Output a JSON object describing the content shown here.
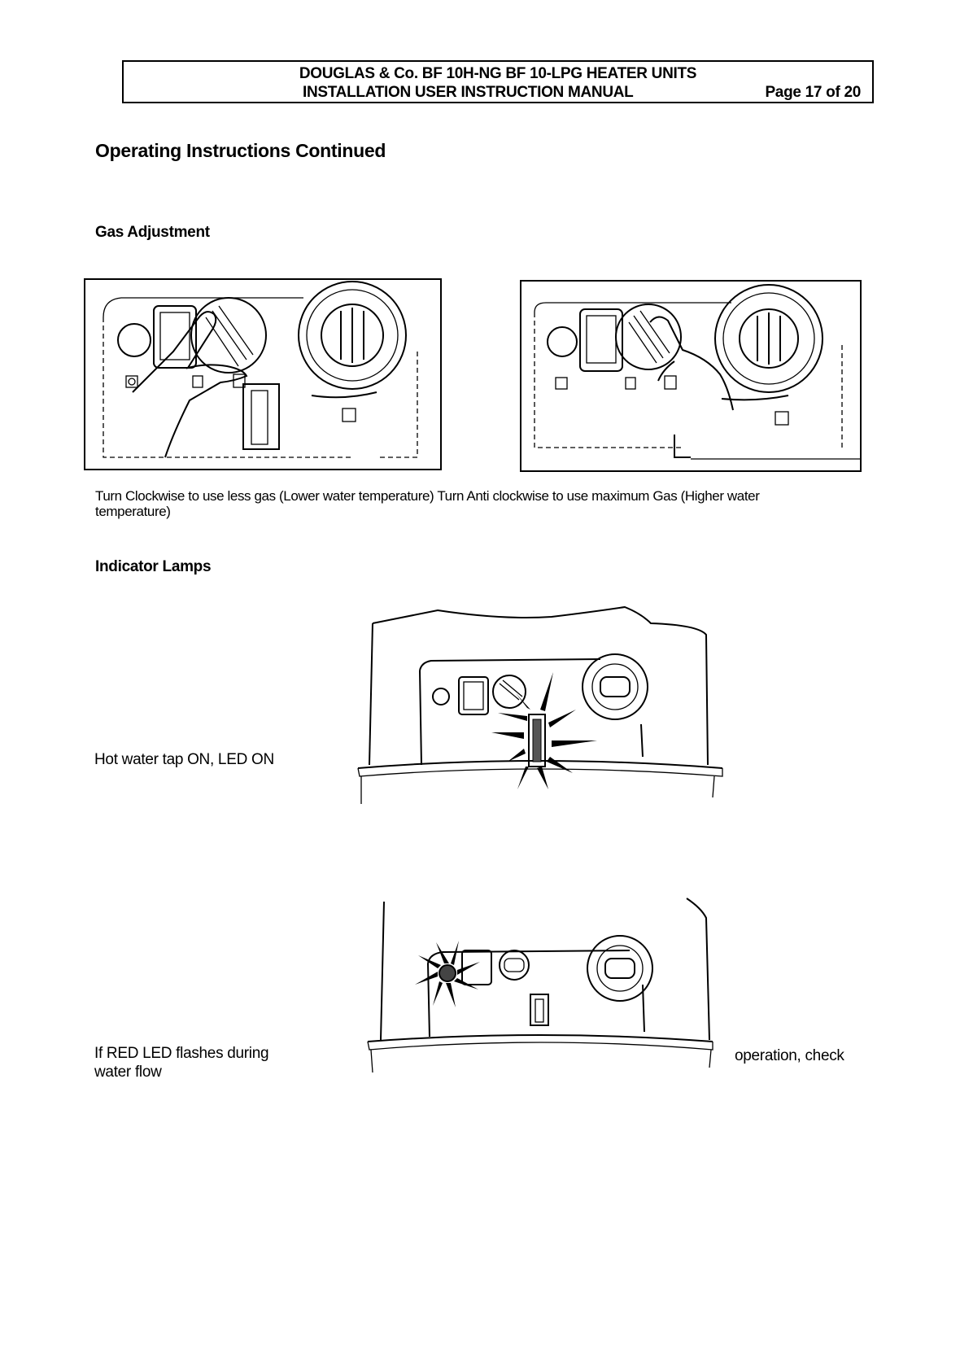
{
  "header": {
    "line1": "DOUGLAS & Co.  BF 10H-NG BF 10-LPG HEATER UNITS",
    "line2": "INSTALLATION USER INSTRUCTION MANUAL",
    "page": "Page 17 of 20"
  },
  "title": "Operating Instructions Continued",
  "gas_adjustment": {
    "heading": "Gas Adjustment",
    "caption_line1": "Turn Clockwise to use less gas (Lower water temperature) Turn Anti clockwise to use maximum Gas (Higher water",
    "caption_line2": "temperature)"
  },
  "indicator_lamps": {
    "heading": "Indicator Lamps",
    "led_on_label": "Hot water tap ON, LED ON",
    "red_led_label_line1": "If RED LED flashes during",
    "red_led_label_line2": "water flow",
    "red_led_label_right": "operation, check"
  },
  "icons": [
    "power-icon",
    "temperature-icon",
    "shower-icon",
    "bath-icon"
  ]
}
